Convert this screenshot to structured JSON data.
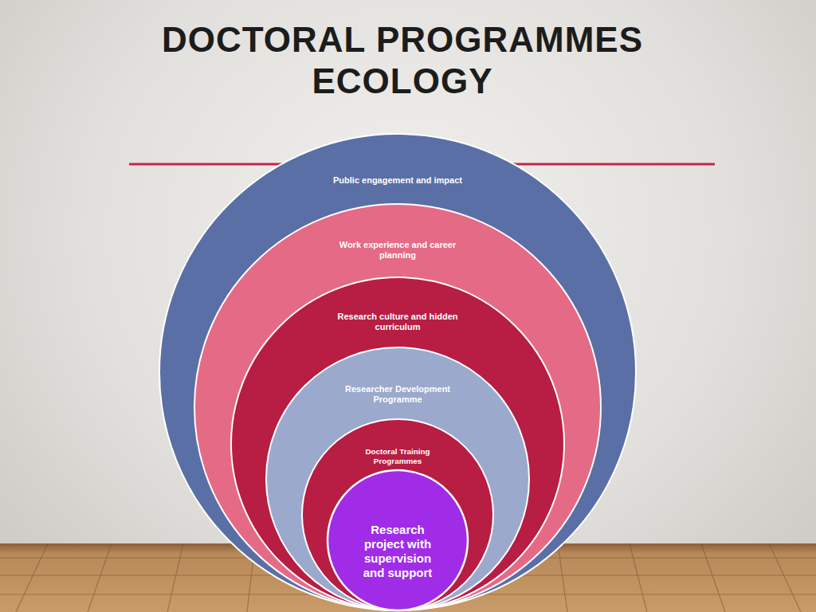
{
  "diagram": {
    "title": "DOCTORAL PROGRAMMES ECOLOGY",
    "nodes": [
      {
        "text": [
          "Public engagement and impact"
        ]
      },
      {
        "text": [
          "Work experience and career planning"
        ],
        "in": 0
      },
      {
        "text": [
          "Research culture and hidden curriculum"
        ],
        "in": 1
      },
      {
        "text": [
          "Researcher Development Programme"
        ],
        "in": 2
      },
      {
        "text": [
          "Doctoral Training Programmes"
        ],
        "in": 3
      },
      {
        "text": [
          "Research project with supervision and support"
        ],
        "in": 4
      }
    ]
  }
}
